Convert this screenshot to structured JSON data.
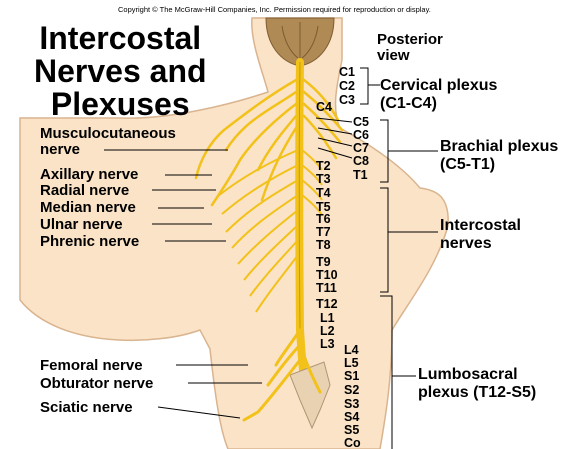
{
  "copyright": "Copyright © The McGraw-Hill Companies, Inc. Permission required for reproduction or display.",
  "title": [
    "Intercostal",
    "Nerves and",
    "Plexuses"
  ],
  "view": [
    "Posterior",
    "view"
  ],
  "left_labels": {
    "musculocutaneous": [
      "Musculocutaneous",
      "nerve"
    ],
    "axillary": "Axillary nerve",
    "radial": "Radial nerve",
    "median": "Median nerve",
    "ulnar": "Ulnar nerve",
    "phrenic": "Phrenic nerve",
    "femoral": "Femoral nerve",
    "obturator": "Obturator nerve",
    "sciatic": "Sciatic nerve"
  },
  "segments": {
    "cervical": [
      "C1",
      "C2",
      "C3",
      "C4",
      "C5",
      "C6",
      "C7",
      "C8"
    ],
    "thoracic": [
      "T1",
      "T2",
      "T3",
      "T4",
      "T5",
      "T6",
      "T7",
      "T8",
      "T9",
      "T10",
      "T11",
      "T12"
    ],
    "lumbar": [
      "L1",
      "L2",
      "L3",
      "L4",
      "L5"
    ],
    "sacral": [
      "S1",
      "S2",
      "S3",
      "S4",
      "S5",
      "Co"
    ]
  },
  "plexuses": {
    "cervical": [
      "Cervical plexus",
      "(C1-C4)"
    ],
    "brachial": [
      "Brachial plexus",
      "(C5-T1)"
    ],
    "intercostal": [
      "Intercostal",
      "nerves"
    ],
    "lumbosacral": [
      "Lumbosacral",
      "plexus (T12-S5)"
    ]
  },
  "colors": {
    "skin": "#fae3c7",
    "skin_outline": "#d9b48f",
    "nerve": "#f2c21a",
    "nerve_dark": "#c89b00",
    "brain": "#b08a55"
  }
}
